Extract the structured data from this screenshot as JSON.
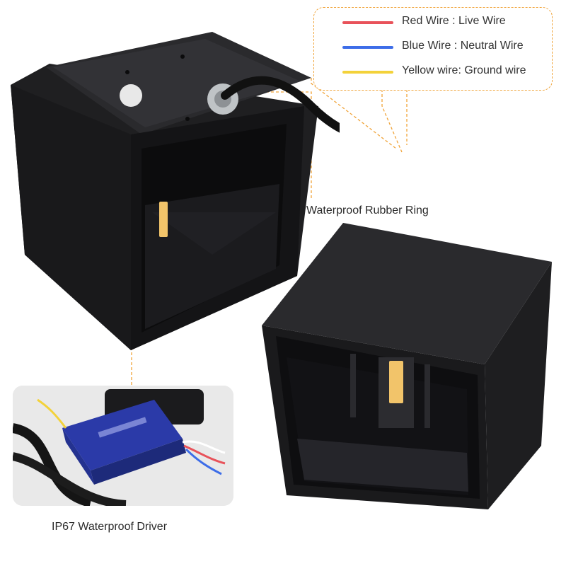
{
  "wire_legend": [
    {
      "label": "Red Wire : Live Wire",
      "color": "#e8525a"
    },
    {
      "label": "Blue Wire : Neutral Wire",
      "color": "#3d6de8"
    },
    {
      "label": "Yellow wire: Ground wire",
      "color": "#f3d23a"
    }
  ],
  "captions": {
    "rubber_ring": "Waterproof Rubber Ring",
    "driver": "IP67 Waterproof Driver"
  },
  "colors": {
    "accent_dashed": "#f0a43a",
    "lamp_body": "#1d1d1f",
    "led": "#f2c46a",
    "driver_blue": "#2b3aa8"
  },
  "product_icons": [
    "wall-lamp-back-view",
    "wall-lamp-front-view",
    "led-driver-photo"
  ]
}
